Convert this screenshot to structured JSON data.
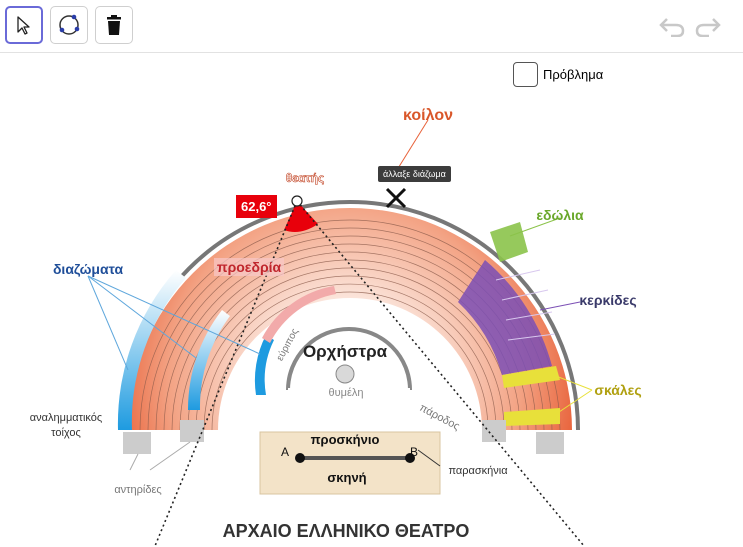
{
  "toolbar": {
    "tools": [
      {
        "name": "move-tool",
        "icon": "arrow-cursor-icon"
      },
      {
        "name": "circle-tool",
        "icon": "circle-through-points-icon"
      },
      {
        "name": "delete-tool",
        "icon": "trash-icon"
      }
    ],
    "undo_icon": "undo-icon",
    "redo_icon": "redo-icon"
  },
  "checkbox": {
    "label": "Πρόβλημα",
    "checked": false
  },
  "tooltip": "άλλαξε διάζωμα",
  "angle": "62,6°",
  "diagram": {
    "koilon": "κοίλον",
    "theatis": "θεατής",
    "edolia": "εδώλια",
    "diazomata": "διαζώματα",
    "proedria": "προεδρία",
    "kerkides": "κερκίδες",
    "orchestra": "Ορχήστρα",
    "euripos": "εύριπος",
    "thymeli": "θυμέλη",
    "skales": "σκάλες",
    "analimmatikos": "αναλημματικός",
    "toichos": "τοίχος",
    "parodos": "πάροδος",
    "antirides": "αντηρίδες",
    "proskinio": "προσκήνιο",
    "skini": "σκηνή",
    "paraskinia": "παρασκήνια",
    "point_a": "A",
    "point_b": "B",
    "title": "ΑΡΧΑΙΟ ΕΛΛΗΝΙΚΟ ΘΕΑΤΡΟ"
  },
  "colors": {
    "koilon": "#e8623a",
    "diazomata": "#1e9be0",
    "kerkides": "#7b4fb5",
    "skales": "#e8e03a",
    "edolia": "#8bc34a",
    "proedria": "#d94040",
    "stage": "#f3e3c8"
  }
}
